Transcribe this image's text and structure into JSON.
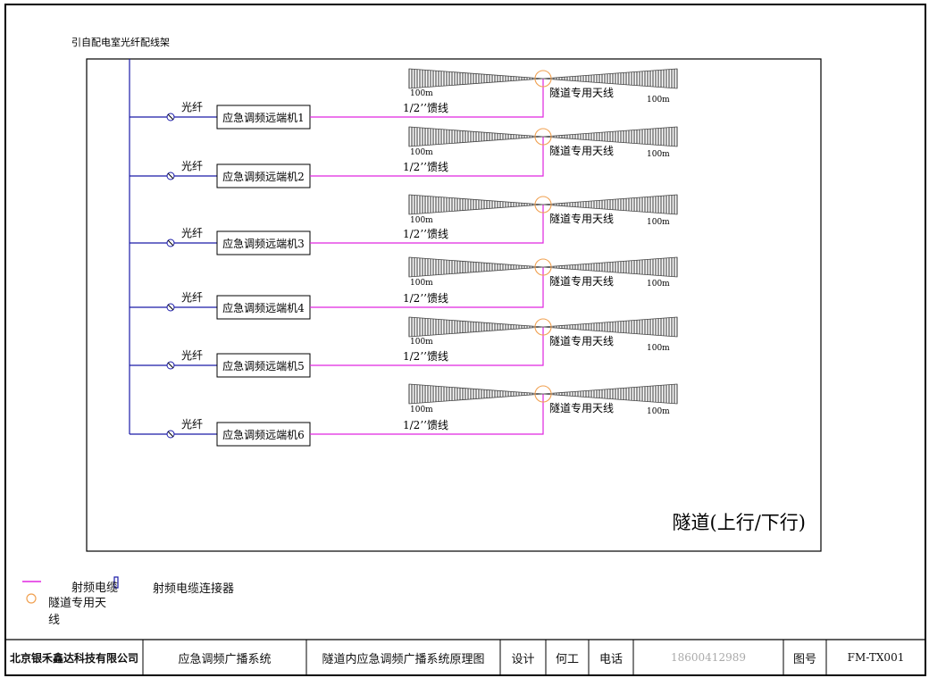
{
  "source_label": "引自配电室光纤配线架",
  "fiber_label": "光纤",
  "feeder_label": "1/2’’馈线",
  "antenna_label": "隧道专用天线",
  "coverage_label": "100m",
  "tunnel_caption": "隧道(上行/下行)",
  "units": [
    {
      "label": "应急调频远端机1"
    },
    {
      "label": "应急调频远端机2"
    },
    {
      "label": "应急调频远端机3"
    },
    {
      "label": "应急调频远端机4"
    },
    {
      "label": "应急调频远端机5"
    },
    {
      "label": "应急调频远端机6"
    }
  ],
  "legend": {
    "rf_cable": "射频电缆",
    "connector": "射频电缆连接器",
    "antenna_line1": "隧道专用天",
    "antenna_line2": "线"
  },
  "title_block": {
    "company": "北京银禾鑫达科技有限公司",
    "system": "应急调频广播系统",
    "drawing_title": "隧道内应急调频广播系统原理图",
    "design_label": "设计",
    "designer": "何工",
    "phone_label": "电话",
    "phone": "18600412989",
    "drawing_no_label": "图号",
    "drawing_no": "FM-TX001"
  },
  "colors": {
    "fiber": "#1a1aa8",
    "rf_cable": "#e026e0",
    "antenna": "#f0a050",
    "hatch": "#444444",
    "frame": "#000000"
  }
}
